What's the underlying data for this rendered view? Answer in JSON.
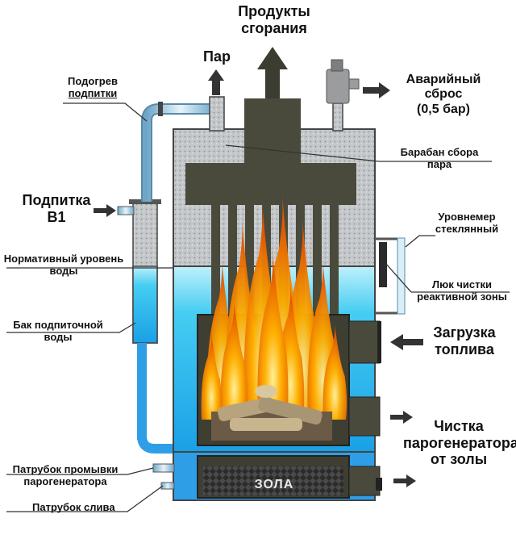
{
  "labels": {
    "combustion_products": [
      "Продукты",
      "сгорания"
    ],
    "steam": "Пар",
    "emergency_release": [
      "Аварийный",
      "сброс",
      "(0,5 бар)"
    ],
    "makeup_heating": [
      "Подогрев",
      "подпитки"
    ],
    "steam_drum": [
      "Барабан сбора",
      "пара"
    ],
    "makeup_b1": [
      "Подпитка",
      "В1"
    ],
    "level_gauge": [
      "Уровнемер",
      "стеклянный"
    ],
    "normal_level": [
      "Нормативный уровень",
      "воды"
    ],
    "cleaning_hatch": [
      "Люк чистки",
      "реактивной зоны"
    ],
    "makeup_tank": [
      "Бак подпиточной",
      "воды"
    ],
    "fuel_loading": [
      "Загрузка",
      "топлива"
    ],
    "ash_cleaning": [
      "Чистка",
      "парогенератора",
      "от золы"
    ],
    "flush_pipe": [
      "Патрубок промывки",
      "парогенератора"
    ],
    "drain_pipe": "Патрубок слива",
    "ash": "ЗОЛА"
  },
  "colors": {
    "water": "#33c6ef",
    "water_light": "#bff0fb",
    "insulation": "#b9bcbf",
    "steel": "#4a4a3c",
    "firebox": "#3e3e32",
    "flame_outer": "#ff8c00",
    "flame_inner": "#ffd700",
    "pipe": "#a9cfe3"
  },
  "icons": [
    "arrow-right-icon",
    "arrow-left-icon",
    "arrow-up-icon",
    "safety-valve-icon",
    "flame-icon"
  ]
}
